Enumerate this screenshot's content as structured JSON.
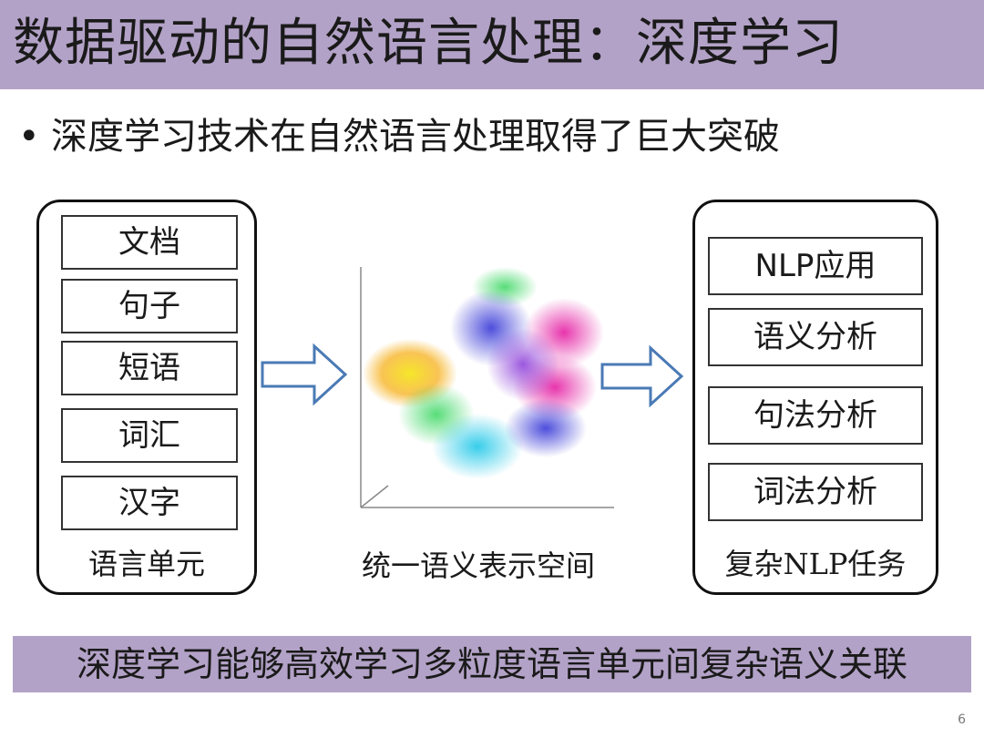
{
  "title": "数据驱动的自然语言处理：深度学习",
  "bullet": "深度学习技术在自然语言处理取得了巨大突破",
  "left_panel": {
    "items": [
      "文档",
      "句子",
      "短语",
      "词汇",
      "汉字"
    ],
    "caption": "语言单元"
  },
  "center": {
    "caption": "统一语义表示空间"
  },
  "right_panel": {
    "items": [
      "NLP应用",
      "语义分析",
      "句法分析",
      "词法分析"
    ],
    "caption": "复杂NLP任务"
  },
  "bottom": "深度学习能够高效学习多粒度语言单元间复杂语义关联",
  "page_number": "6",
  "colors": {
    "header_bg": "#b3a2c7",
    "arrow_stroke": "#4a7ab5"
  }
}
